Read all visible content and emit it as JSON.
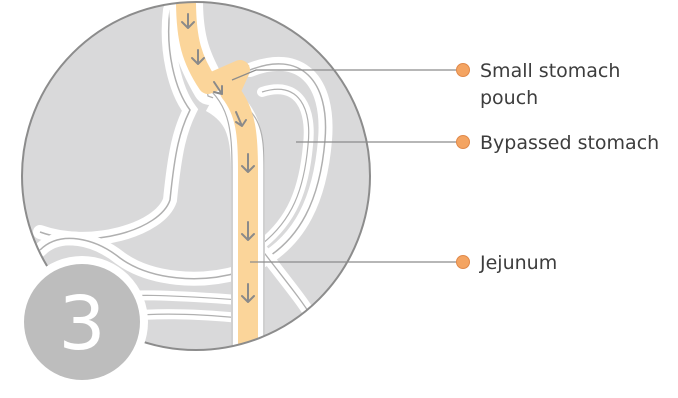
{
  "step": {
    "number": "3"
  },
  "labels": [
    {
      "id": "small-stomach-pouch",
      "lines": [
        "Small stomach",
        "pouch"
      ]
    },
    {
      "id": "bypassed-stomach",
      "lines": [
        "Bypassed stomach"
      ]
    },
    {
      "id": "jejunum",
      "lines": [
        "Jejunum"
      ]
    }
  ],
  "colors": {
    "background": "#ffffff",
    "organ_fill": "#d9d9da",
    "organ_outline": "#ffffff",
    "circle_border": "#8c8c8c",
    "food_path": "#fbd59a",
    "arrow": "#8a8a8a",
    "leader_line": "#8c8c8c",
    "label_dot": "#f4a462",
    "badge_fill": "#bdbdbd"
  },
  "icons": {
    "flow_arrow": "down-arrow-icon",
    "label_marker": "orange-dot-icon"
  }
}
